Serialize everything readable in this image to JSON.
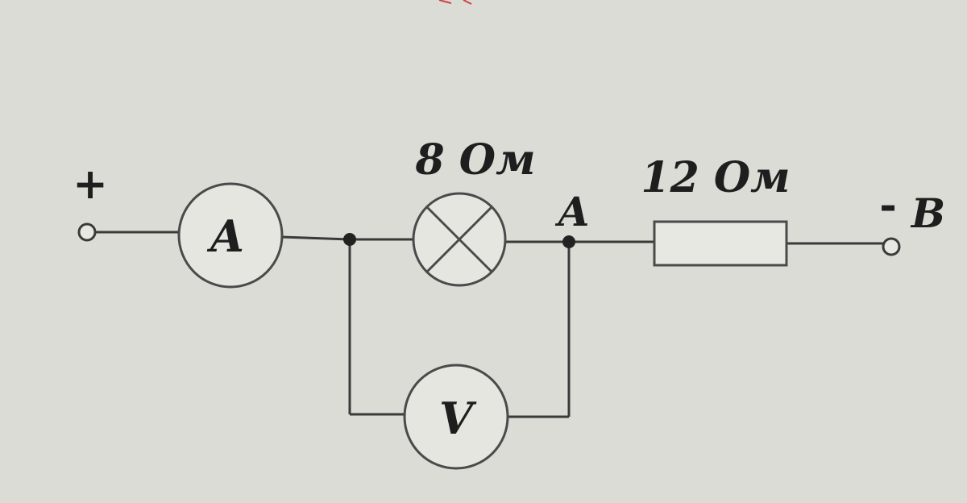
{
  "diagram": {
    "type": "electrical-circuit",
    "terminals": {
      "positive": "+",
      "negative": "-"
    },
    "ammeter": {
      "symbol": "A"
    },
    "voltmeter": {
      "symbol": "V"
    },
    "lamp": {
      "resistance": "8 Ом"
    },
    "resistor": {
      "resistance": "12 Ом"
    },
    "nodes": {
      "a": "A",
      "b": "B"
    }
  }
}
